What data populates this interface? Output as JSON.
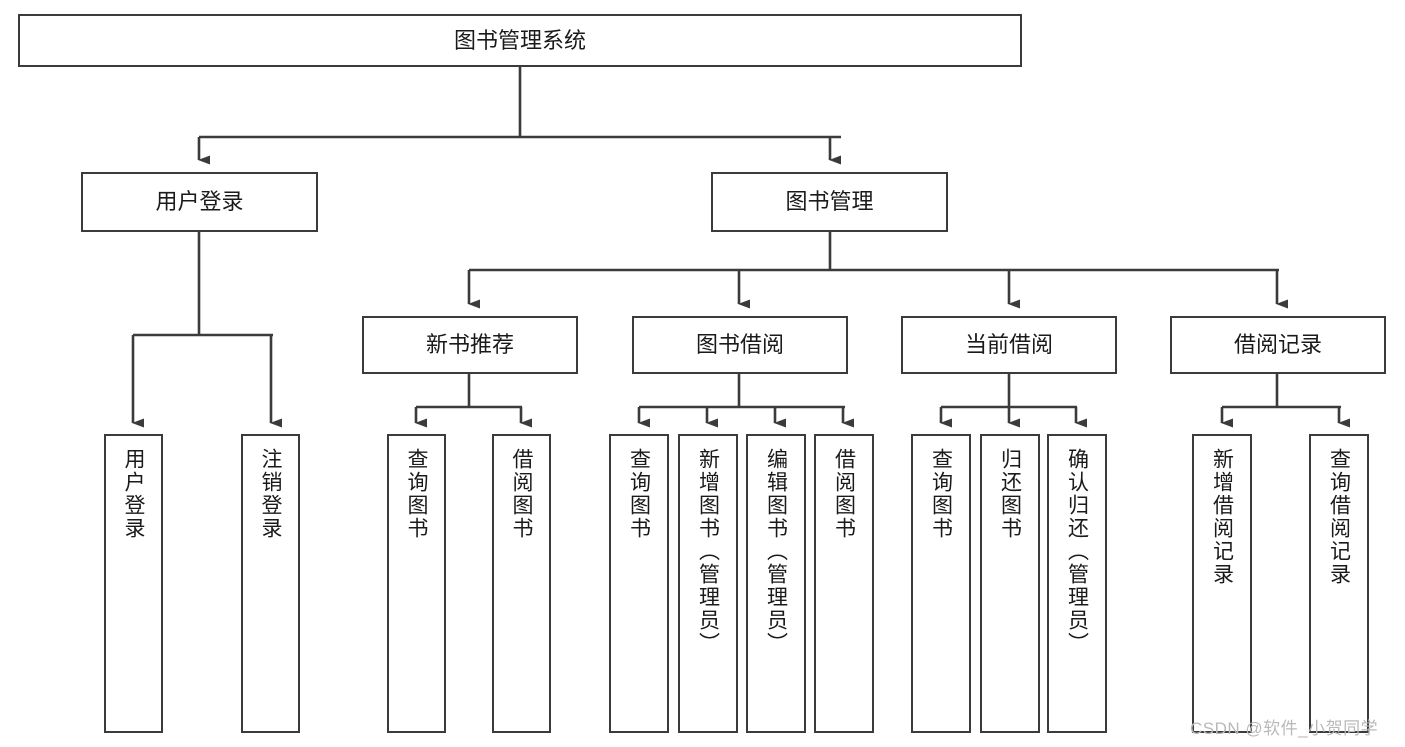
{
  "diagram": {
    "title": "图书管理系统",
    "type": "tree",
    "root": {
      "id": "root",
      "label": "图书管理系统"
    },
    "level2": [
      {
        "id": "user-login",
        "label": "用户登录"
      },
      {
        "id": "book-management",
        "label": "图书管理"
      }
    ],
    "level3": [
      {
        "id": "new-book-recommend",
        "label": "新书推荐",
        "parent": "book-management"
      },
      {
        "id": "book-borrow",
        "label": "图书借阅",
        "parent": "book-management"
      },
      {
        "id": "current-borrow",
        "label": "当前借阅",
        "parent": "book-management"
      },
      {
        "id": "borrow-record",
        "label": "借阅记录",
        "parent": "book-management"
      }
    ],
    "leaves": [
      {
        "id": "leaf-user-login",
        "label": "用户登录",
        "parent": "user-login"
      },
      {
        "id": "leaf-logout-login",
        "label": "注销登录",
        "parent": "user-login"
      },
      {
        "id": "leaf-query-book-1",
        "label": "查询图书",
        "parent": "new-book-recommend"
      },
      {
        "id": "leaf-borrow-book-1",
        "label": "借阅图书",
        "parent": "new-book-recommend"
      },
      {
        "id": "leaf-query-book-2",
        "label": "查询图书",
        "parent": "book-borrow"
      },
      {
        "id": "leaf-add-book",
        "label": "新增图书（管理员）",
        "parent": "book-borrow"
      },
      {
        "id": "leaf-edit-book",
        "label": "编辑图书（管理员）",
        "parent": "book-borrow"
      },
      {
        "id": "leaf-borrow-book-2",
        "label": "借阅图书",
        "parent": "book-borrow"
      },
      {
        "id": "leaf-query-book-3",
        "label": "查询图书",
        "parent": "current-borrow"
      },
      {
        "id": "leaf-return-book",
        "label": "归还图书",
        "parent": "current-borrow"
      },
      {
        "id": "leaf-confirm-return",
        "label": "确认归还（管理员）",
        "parent": "current-borrow"
      },
      {
        "id": "leaf-add-record",
        "label": "新增借阅记录",
        "parent": "borrow-record"
      },
      {
        "id": "leaf-query-record",
        "label": "查询借阅记录",
        "parent": "borrow-record"
      }
    ],
    "colors": {
      "box_border": "#3b3b3b",
      "box_fill": "#ffffff",
      "edge": "#3b3b3b",
      "text": "#1a1a1a",
      "watermark": "#b9b9b9"
    }
  },
  "watermark": {
    "text": "CSDN @软件_小贺同学"
  }
}
